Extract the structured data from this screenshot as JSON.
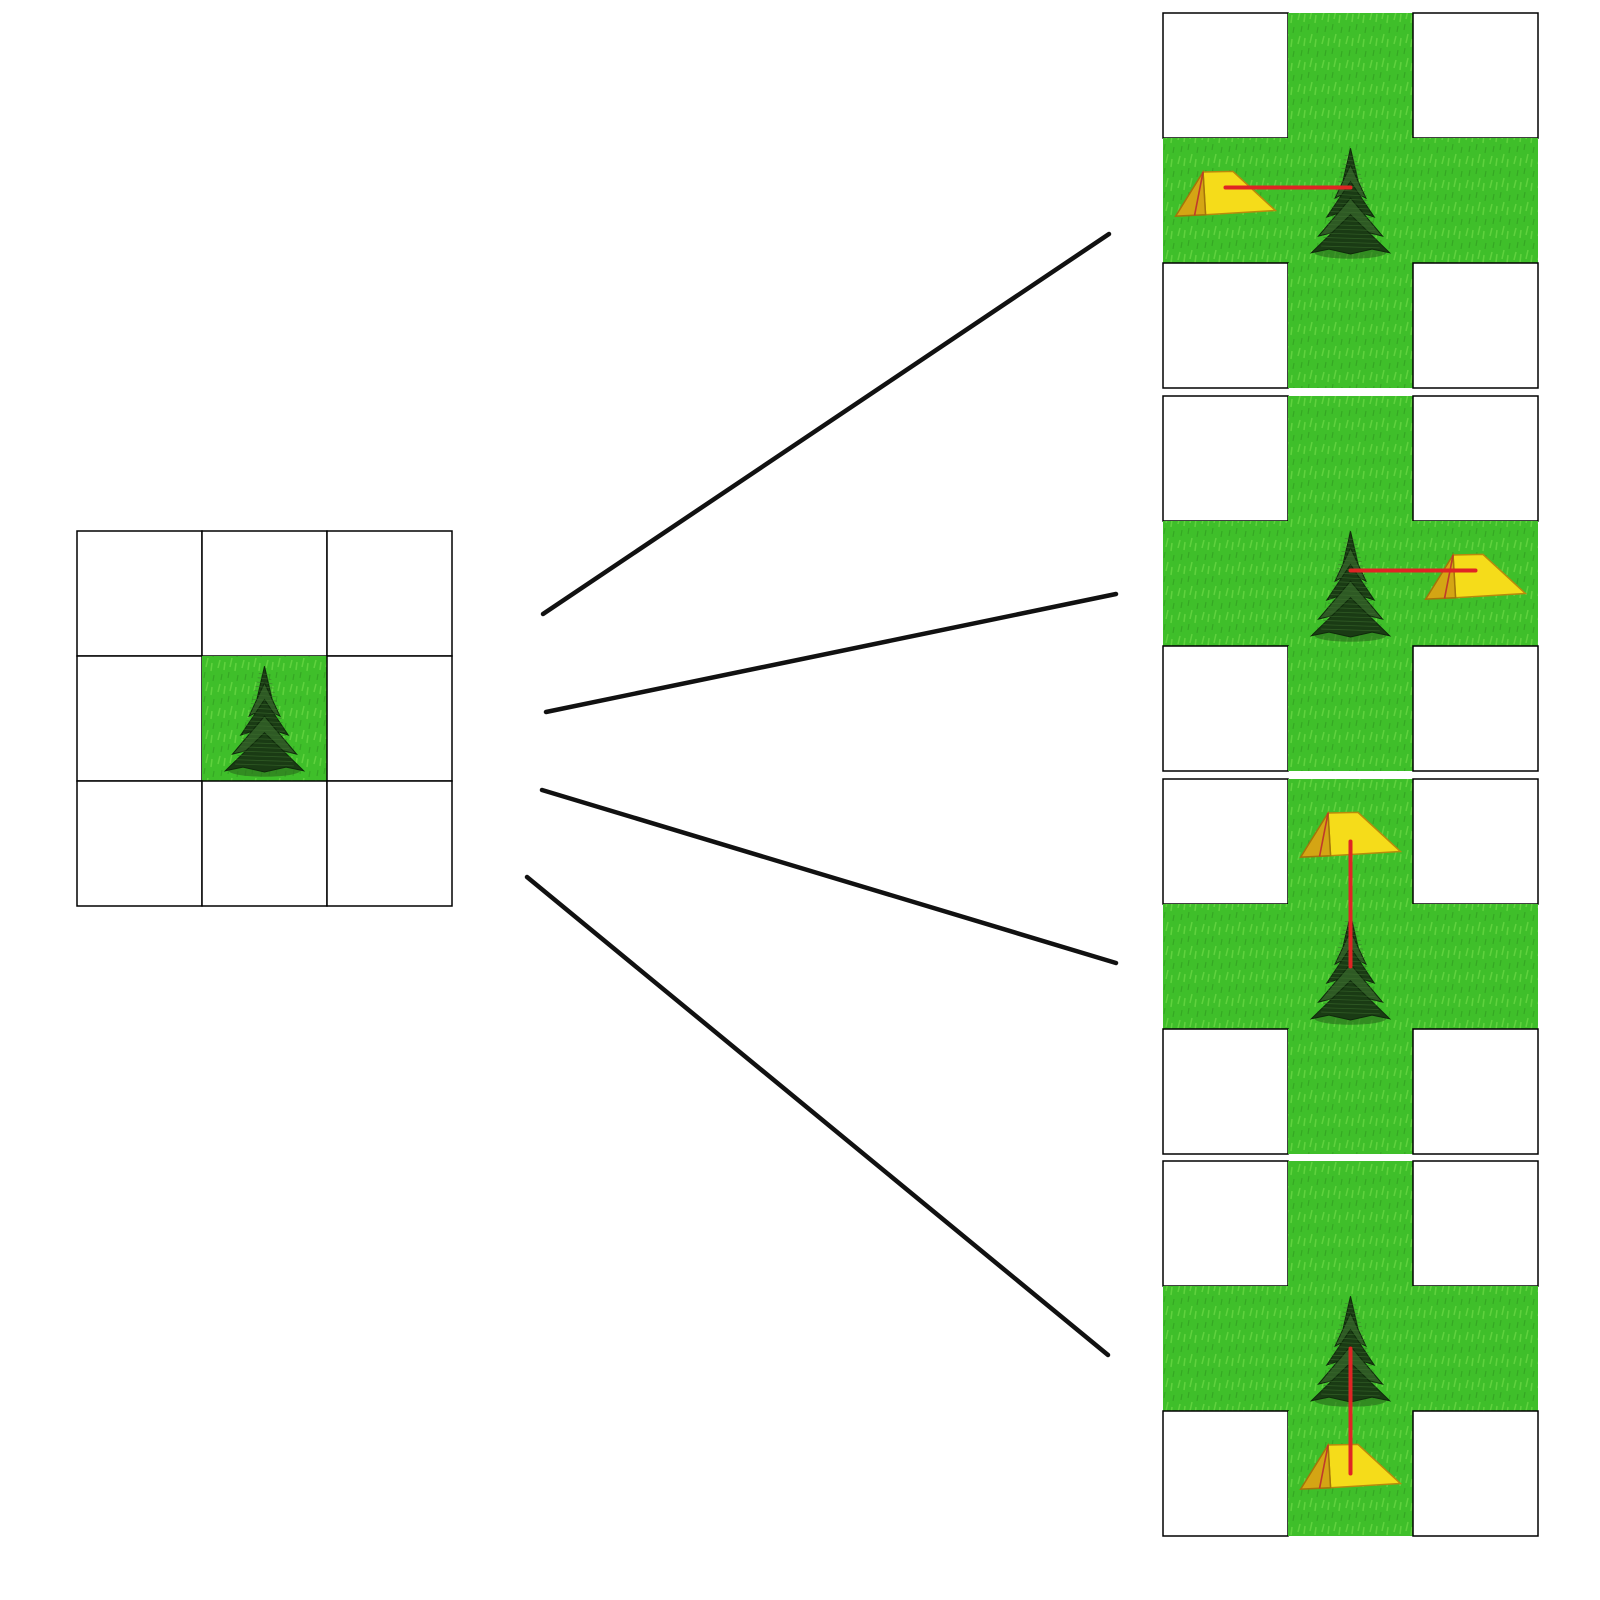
{
  "puzzle": {
    "source_grid": {
      "rows": 3,
      "cols": 3,
      "cells": [
        [
          "empty",
          "empty",
          "empty"
        ],
        [
          "empty",
          "tree",
          "empty"
        ],
        [
          "empty",
          "empty",
          "empty"
        ]
      ]
    },
    "options": [
      {
        "tent_direction": "left"
      },
      {
        "tent_direction": "right"
      },
      {
        "tent_direction": "up"
      },
      {
        "tent_direction": "down"
      }
    ]
  },
  "colors": {
    "grass": "#3fbf2a",
    "grass_light": "#5fd23e",
    "tree_dark": "#1a3b14",
    "tree_mid": "#2e5a24",
    "tent_yellow": "#f5dc1a",
    "tent_shade": "#d4a514",
    "link_red": "#e02424",
    "grid_line": "#000000",
    "connector": "#111111"
  },
  "icons": {
    "tree": "pine-tree-icon",
    "tent": "tent-icon"
  }
}
